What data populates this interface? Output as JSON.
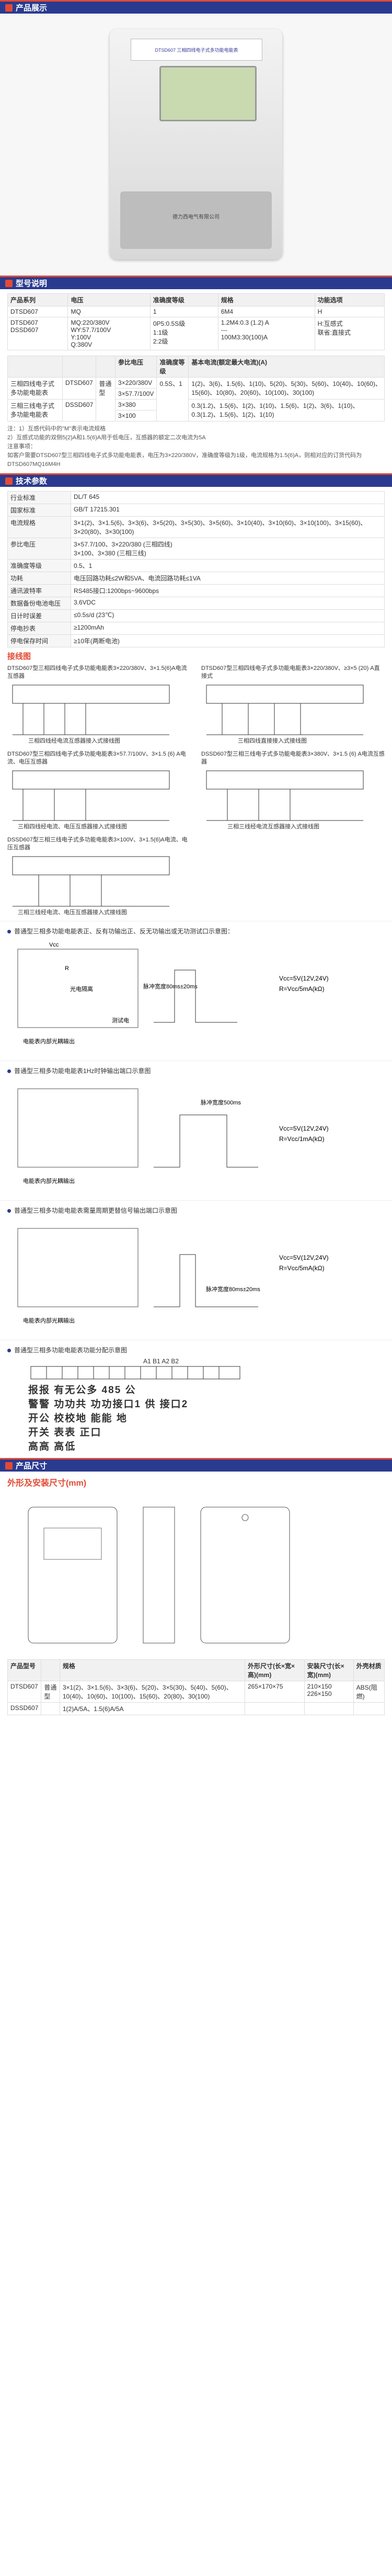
{
  "sections": {
    "display": "产品展示",
    "model": "型号说明",
    "tech": "技术参数",
    "dims": "产品尺寸"
  },
  "hero": {
    "maker_text": "德力西电气有限公司",
    "label_text": "DTSD607 三相四线电子式多功能电能表"
  },
  "model_table": {
    "headers": [
      "产品系列",
      "电压",
      "准确度等级",
      "规格",
      "功能选项"
    ],
    "rows": [
      [
        "DTSD607",
        "MQ",
        "1",
        "6M4",
        "H"
      ],
      [
        "DTSD607\nDSSD607",
        "MQ:220/380V\nWY:57.7/100V\nY:100V\nQ:380V",
        "0P5:0.5S级\n1:1级\n2:2级",
        "1.2M4:0.3 (1.2) A\n---\n100M3:30(100)A",
        "H:互感式\n联省:直接式"
      ]
    ]
  },
  "spec_table": {
    "headers": [
      "",
      "",
      "参比电压",
      "准确度等级",
      "基本电流(额定最大电流)(A)"
    ],
    "rows": [
      {
        "name": "三相四线电子式多功能电能表",
        "model": "DTSD607",
        "type": "普通型",
        "voltages": [
          "3×220/380V",
          "3×57.7/100V"
        ],
        "acc": "0.5S、1",
        "current": "1(2)、3(6)、1.5(6)、1(10)、5(20)、5(30)、5(60)、10(40)、10(60)、15(60)、10(80)、20(60)、10(100)、30(100)"
      },
      {
        "name": "三相三线电子式多功能电能表",
        "model": "DSSD607",
        "type": "",
        "voltages": [
          "3×380",
          "3×100"
        ],
        "acc": "",
        "current": "0.3(1.2)、1.5(6)、1(2)、1(10)、1.5(6)、1(2)、3(6)、1(10)、0.3(1.2)、1.5(6)、1(2)、1(10)"
      }
    ],
    "notes": [
      "注：1）互感代码中的\"M\"表示电流规格",
      "2）互感式功能的双侧5(2)A和1.5(6)A用于低电压，互感器的额定二次电流为5A",
      "注意事项：",
      "如客户需要DTSD607型三相四线电子式多功能电能表，电压为3×220/380V，准确度等级为1级，电流规格为1.5(6)A，则相对应的订货代码为DTSD607MQ16M4H"
    ]
  },
  "tech": {
    "rows": [
      [
        "行业标准",
        "DL/T 645"
      ],
      [
        "国家标准",
        "GB/T 17215.301"
      ],
      [
        "电流规格",
        "3×1(2)、3×1.5(6)、3×3(6)、3×5(20)、3×5(30)、3×5(60)、3×10(40)、3×10(60)、3×10(100)、3×15(60)、3×20(80)、3×30(100)"
      ],
      [
        "参比电压",
        "3×57.7/100、3×220/380 (三相四线)\n3×100、3×380 (三相三线)"
      ],
      [
        "准确度等级",
        "0.5、1"
      ],
      [
        "功耗",
        "电压回路功耗≤2W和5VA、电流回路功耗≤1VA"
      ],
      [
        "通讯波特率",
        "RS485接口:1200bps~9600bps"
      ],
      [
        "数据备份电池电压",
        "3.6VDC"
      ],
      [
        "日计时误差",
        "≤0.5s/d (23℃)"
      ],
      [
        "停电抄表",
        "≥1200mAh"
      ],
      [
        "停电保存时间",
        "≥10年(两断电池)"
      ]
    ]
  },
  "wiring": {
    "title": "接线图",
    "items": [
      {
        "cap": "DTSD607型三相四线电子式多功能电能表3×220/380V、3×1.5(6)A电流互感器",
        "sub": "三相四线经电流互感器接入式接线图"
      },
      {
        "cap": "DTSD607型三相四线电子式多功能电能表3×220/380V、≥3×5 (20) A直接式",
        "sub": "三相四线直接接入式接线图"
      },
      {
        "cap": "DTSD607型三相四线电子式多功能电能表3×57.7/100V、3×1.5 (6) A电流、电压互感器",
        "sub": "三相四线经电流、电压互感器接入式接线图"
      },
      {
        "cap": "DSSD607型三相三线电子式多功能电能表3×380V、3×1.5 (6) A电流互感器",
        "sub": "三相三线经电流互感器接入式接线图"
      },
      {
        "cap": "DSSD607型三相三线电子式多功能电能表3×100V、3×1.5(6)A电流、电压互感器",
        "sub": "三相三线经电流、电压互感器接入式接线图"
      }
    ]
  },
  "pulse": [
    {
      "title": "普通型三相多功能电能表正、反有功输出正、反无功输出或无功测试口示意图：",
      "lines": [
        "Vcc=5V(12V,24V)",
        "R=Vcc/5mA(kΩ)"
      ],
      "labels": [
        "Vcc",
        "光电隔离",
        "脉冲宽度80ms±20ms",
        "电能表内部光耦输出",
        "测试电",
        "R"
      ]
    },
    {
      "title": "普通型三相多功能电能表1Hz时钟输出端口示意图",
      "lines": [
        "Vcc=5V(12V,24V)",
        "R=Vcc/1mA(kΩ)"
      ],
      "labels": [
        "脉冲宽度500ms",
        "电能表内部光耦输出"
      ]
    },
    {
      "title": "普通型三相多功能电能表需量周期更替信号输出端口示意图",
      "lines": [
        "Vcc=5V(12V,24V)",
        "R=Vcc/5mA(kΩ)"
      ],
      "labels": [
        "脉冲宽度80ms±20ms",
        "电能表内部光耦输出"
      ]
    },
    {
      "title": "普通型三相多功能电能表功能分配示意图",
      "lines": [],
      "labels": []
    }
  ],
  "func": {
    "terminal_top": "A1 B1 A2 B2",
    "rows": [
      "报报 有无公多 485 公",
      "警警 功功共 功功接口1 供 接口2",
      "开公 校校地 能能 地",
      "开关 表表 正口",
      "高高 高低"
    ]
  },
  "dims": {
    "title": "外形及安装尺寸(mm)",
    "headers": [
      "产品型号",
      "",
      "规格",
      "外形尺寸(长×宽×高)(mm)",
      "安装尺寸(长×宽)(mm)",
      "外壳材质"
    ],
    "rows": [
      [
        "DTSD607",
        "普通型",
        "3×1(2)、3×1.5(6)、3×3(6)、5(20)、3×5(30)、5(40)、5(60)、10(40)、10(60)、10(100)、15(60)、20(80)、30(100)",
        "265×170×75",
        "210×150\n226×150",
        "ABS(阻燃)"
      ],
      [
        "DSSD607",
        "",
        "1(2)A/5A、1.5(6)A/5A",
        "",
        "",
        ""
      ]
    ]
  }
}
